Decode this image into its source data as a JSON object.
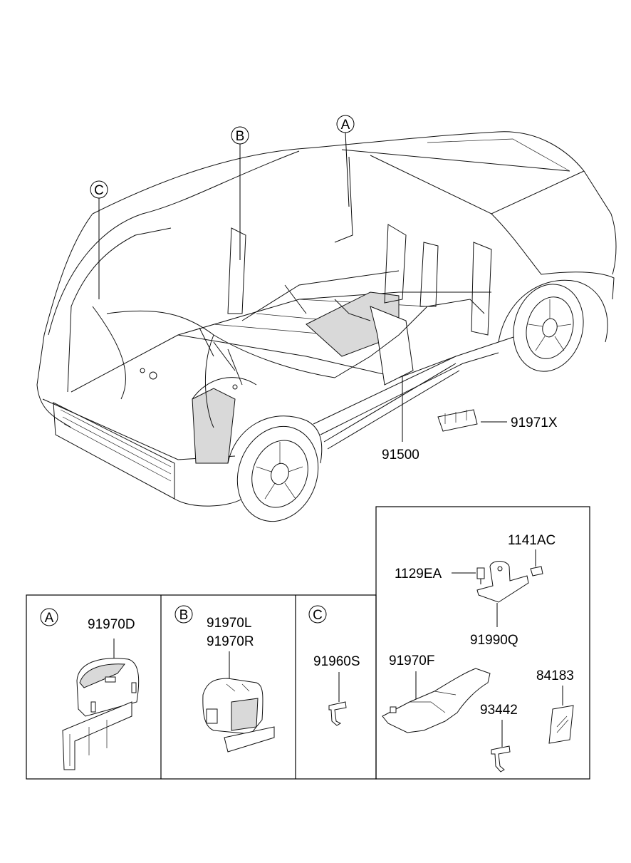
{
  "callouts": {
    "A": "A",
    "B": "B",
    "C": "C"
  },
  "main_labels": {
    "harness": "91500",
    "protector": "91971X"
  },
  "detail_a": {
    "letter": "A",
    "part": "91970D"
  },
  "detail_b": {
    "letter": "B",
    "part_l": "91970L",
    "part_r": "91970R"
  },
  "detail_c": {
    "letter": "C",
    "part": "91960S"
  },
  "detail_right": {
    "bolt": "1141AC",
    "screw": "1129EA",
    "bracket": "91990Q",
    "cover": "91970F",
    "clip": "93442",
    "label_plate": "84183"
  }
}
